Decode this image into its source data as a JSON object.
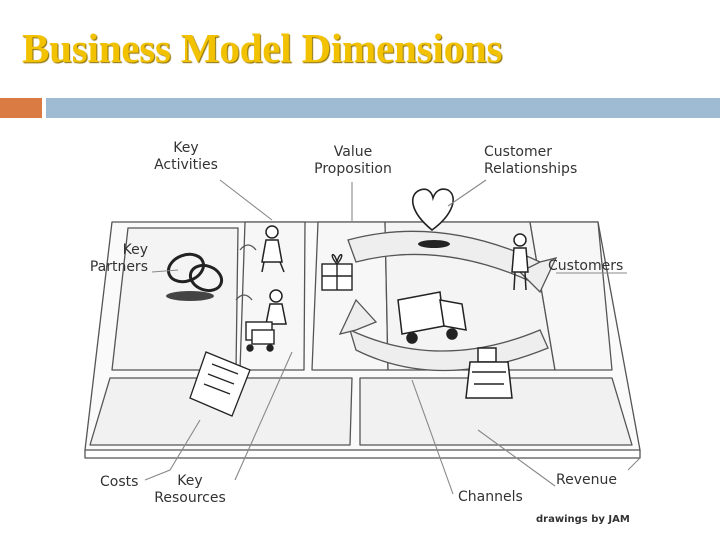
{
  "slide": {
    "title": "Business Model Dimensions"
  },
  "diagram": {
    "labels": {
      "key_activities": [
        "Key",
        "Activities"
      ],
      "value_proposition": [
        "Value",
        "Proposition"
      ],
      "customer_relationships": [
        "Customer",
        "Relationships"
      ],
      "key_partners": [
        "Key",
        "Partners"
      ],
      "customers": "Customers",
      "costs": "Costs",
      "key_resources": [
        "Key",
        "Resources"
      ],
      "channels": "Channels",
      "revenue": "Revenue"
    },
    "credit": "drawings by JAM"
  },
  "colors": {
    "title": "#f2c200",
    "accent_orange": "#d97b42",
    "accent_blue": "#9fbbd4",
    "line": "#333333"
  }
}
